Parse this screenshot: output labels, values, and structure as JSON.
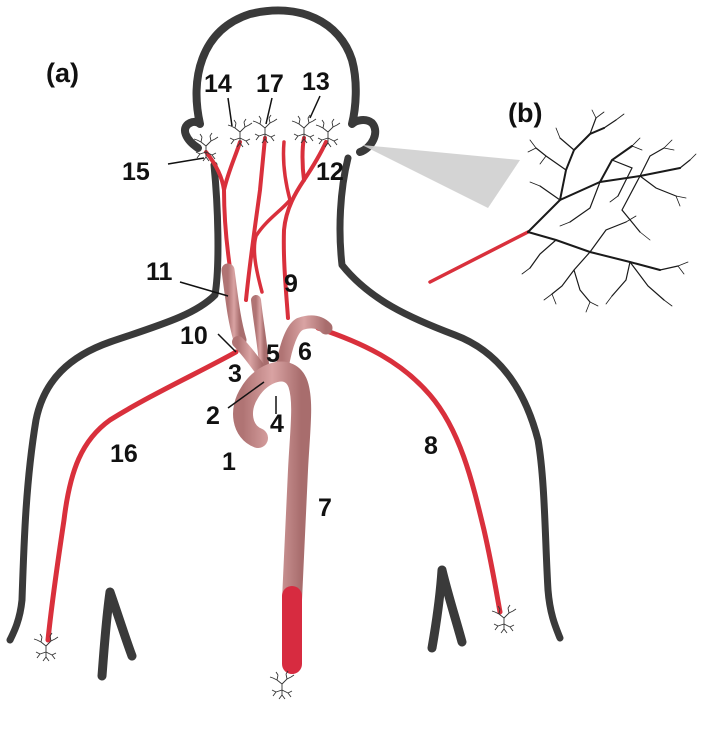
{
  "panels": {
    "a": "(a)",
    "b": "(b)"
  },
  "vessel_labels": {
    "v1": "1",
    "v2": "2",
    "v3": "3",
    "v4": "4",
    "v5": "5",
    "v6": "6",
    "v7": "7",
    "v8": "8",
    "v9": "9",
    "v10": "10",
    "v11": "11",
    "v12": "12",
    "v13": "13",
    "v14": "14",
    "v15": "15",
    "v16": "16",
    "v17": "17"
  },
  "colors": {
    "body_outline": "#3a3a3a",
    "artery": "#d9303c",
    "aorta": "#c98d8d",
    "aorta_end": "#d72b40",
    "tree": "#222222",
    "projection": "#cfcfcf",
    "label": "#111111"
  }
}
